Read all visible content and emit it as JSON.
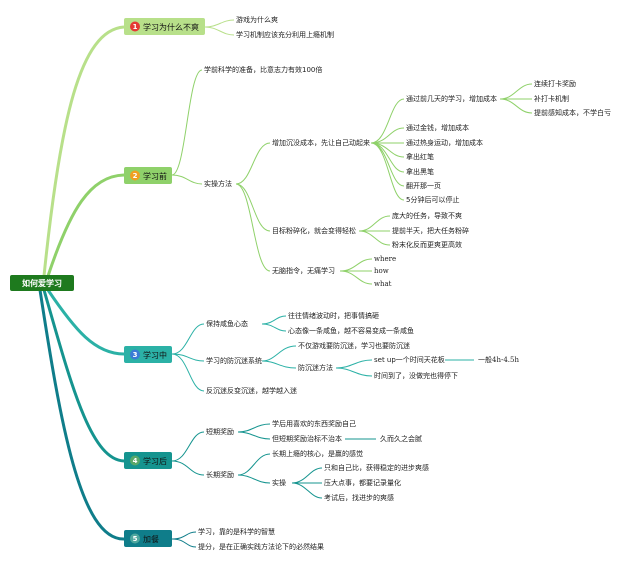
{
  "center": {
    "label": "如何爱学习"
  },
  "colors": {
    "center_fill": "#1e7a1e",
    "b1_fill": "#b8e08a",
    "b2_fill": "#8fd16a",
    "b3_fill": "#2bb1a6",
    "b4_fill": "#15948f",
    "b5_fill": "#0f7d8a",
    "badge_red": "#e53935",
    "badge_orange": "#f0a020",
    "badge_blue": "#3a7bd5",
    "badge_green": "#5aa86a",
    "badge_teal": "#4fa79e"
  },
  "branches": {
    "b1": {
      "num": "1",
      "label": "学习为什么不爽",
      "items": [
        "游戏为什么爽",
        "学习机制应该充分利用上瘾机制"
      ]
    },
    "b2": {
      "num": "2",
      "label": "学习前",
      "prep": "学前科学的准备，比意志力有效100倍",
      "method": "实操方法",
      "sunk": "增加沉没成本，先让自己动起来",
      "sunk_first": "通过前几天的学习，增加成本",
      "sunk_first_items": [
        "连续打卡奖励",
        "补打卡机制",
        "提前感知成本，不学白亏"
      ],
      "sunk_items": [
        "通过金钱，增加成本",
        "通过热身运动，增加成本",
        "拿出红笔",
        "拿出黑笔",
        "翻开那一页",
        "5分钟后可以停止"
      ],
      "frag": "目标粉碎化，就会变得轻松",
      "frag_items": [
        "庞大的任务，导致不爽",
        "提前半天，把大任务粉碎",
        "粉末化反而更爽更高效"
      ],
      "brainless": "无脑指令，无痛学习",
      "brainless_items": [
        "where",
        "how",
        "what"
      ]
    },
    "b3": {
      "num": "3",
      "label": "学习中",
      "mood": "保持咸鱼心态",
      "mood_items": [
        "往往情绪波动时，把事情搞砸",
        "心态像一条咸鱼，越不容易变成一条咸鱼"
      ],
      "anti": "学习的防沉迷系统",
      "anti_first": "不仅游戏要防沉迷，学习也要防沉迷",
      "anti_method": "防沉迷方法",
      "anti_method_items": [
        "set up一个时间天花板",
        "时间到了，没做完也得停下"
      ],
      "anti_note": "一般4h-4.5h",
      "reverse": "反沉迷反变沉迷，越学越入迷"
    },
    "b4": {
      "num": "4",
      "label": "学习后",
      "short": "短期奖励",
      "short_items": [
        "学后用喜欢的东西奖励自己",
        "但短期奖励治标不治本"
      ],
      "short_note": "久而久之会腻",
      "long": "长期奖励",
      "long_first": "长期上瘾的核心，是赢的感觉",
      "practice": "实操",
      "practice_items": [
        "只和自己比，获得稳定的进步爽感",
        "压大点事，都要记录量化",
        "考试后，找进步的爽感"
      ]
    },
    "b5": {
      "num": "5",
      "label": "加餐",
      "items": [
        "学习，靠的是科学的智慧",
        "提分，是在正确实践方法论下的必然结果"
      ]
    }
  }
}
